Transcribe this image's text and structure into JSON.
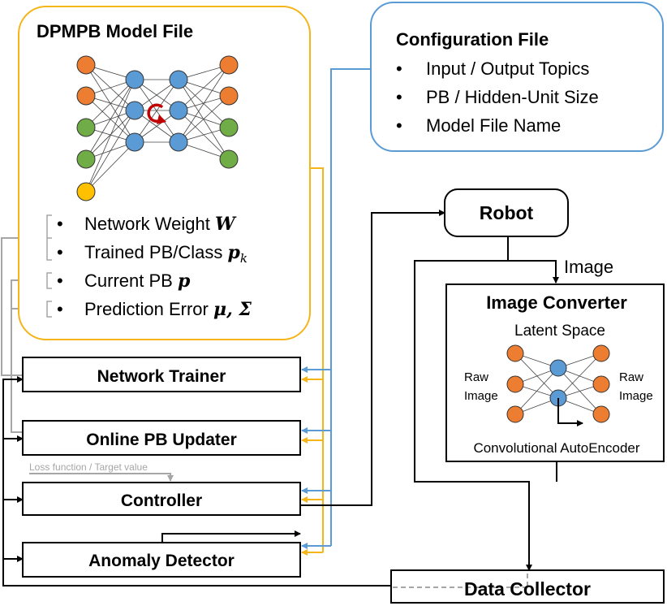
{
  "model_file": {
    "title": "DPMPB Model File",
    "items": [
      {
        "label": "Network Weight",
        "symbol": "W"
      },
      {
        "label": "Trained PB/Class",
        "symbol": "p",
        "subscript": "k"
      },
      {
        "label": "Current PB",
        "symbol": "p"
      },
      {
        "label": "Prediction Error",
        "symbol": "μ, Σ"
      }
    ]
  },
  "config_file": {
    "title": "Configuration File",
    "items": [
      "Input / Output Topics",
      "PB / Hidden-Unit Size",
      "Model File Name"
    ]
  },
  "robot": {
    "label": "Robot"
  },
  "image_label": "Image",
  "image_converter": {
    "title": "Image Converter",
    "latent_label": "Latent Space",
    "raw_left": [
      "Raw",
      "Image"
    ],
    "raw_right": [
      "Raw",
      "Image"
    ],
    "caption": "Convolutional AutoEncoder"
  },
  "modules": {
    "network_trainer": "Network Trainer",
    "online_pb_updater": "Online PB Updater",
    "loss_label": "Loss function / Target value",
    "controller": "Controller",
    "anomaly_detector": "Anomaly Detector",
    "data_collector": "Data Collector"
  },
  "colors": {
    "orange": "#ed7d31",
    "blue": "#5b9bd5",
    "green": "#70ad47",
    "yellow": "#ffc000",
    "gold_border": "#f5b418",
    "config_border": "#5b9bd5",
    "red_loop": "#c00000",
    "gray": "#a6a6a6"
  }
}
